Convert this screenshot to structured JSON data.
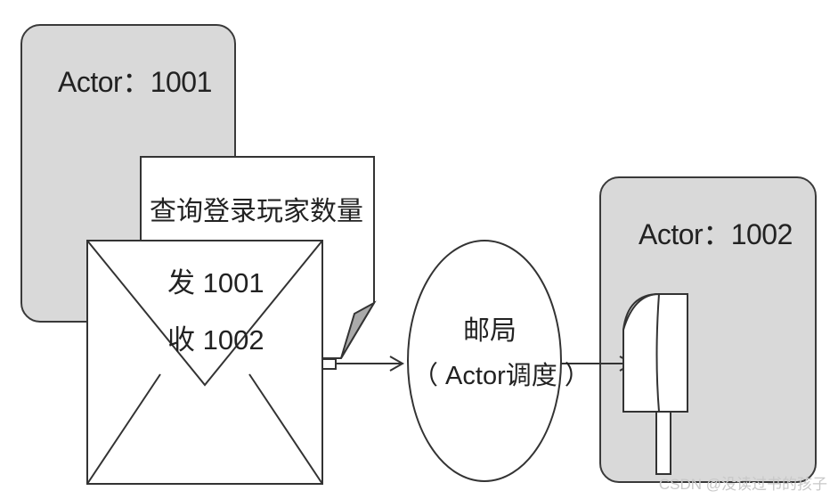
{
  "actor_sender": {
    "title": "Actor：1001"
  },
  "actor_receiver": {
    "title": "Actor：1002"
  },
  "note": {
    "text": "查询登录玩家数量"
  },
  "envelope": {
    "from": "发 1001",
    "to": "收 1002"
  },
  "post_office": {
    "label": "邮局",
    "sublabel": "（ Actor调度 ）"
  },
  "watermark": {
    "text": "CSDN @没读过书的孩子"
  }
}
